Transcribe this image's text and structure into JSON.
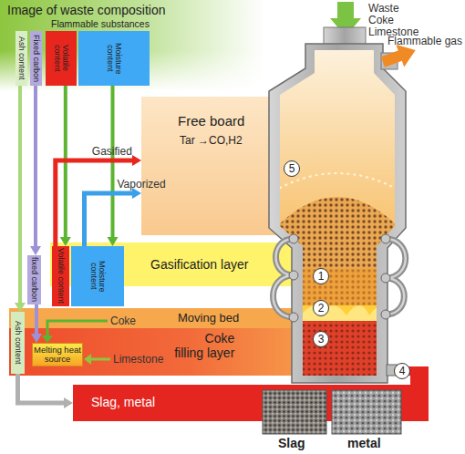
{
  "diagram": {
    "nodes": [
      {
        "text": [
          "Image of waste composition"
        ]
      },
      {
        "text": [
          "Ash content"
        ],
        "in": 0
      },
      {
        "text": [
          "Fixed carbon"
        ],
        "in": 0
      },
      {
        "text": [
          "Volatile content"
        ],
        "in": 0
      },
      {
        "text": [
          "Moisture content"
        ],
        "in": 0
      },
      {
        "text": [
          "Free board",
          "Tar →CO,H2"
        ]
      },
      {
        "text": [
          "Gasification layer"
        ]
      },
      {
        "text": [
          "Volatile content"
        ],
        "in": 6
      },
      {
        "text": [
          "Moisture content"
        ],
        "in": 6
      },
      {
        "text": [
          "fixed carbon"
        ]
      },
      {
        "text": [
          "Moving bed"
        ]
      },
      {
        "text": [
          "Coke filling layer"
        ]
      },
      {
        "text": [
          "Ash content"
        ]
      },
      {
        "text": [
          "Melting heat source"
        ],
        "in": 11
      },
      {
        "text": [
          "Slag, metal"
        ]
      }
    ],
    "edges": [
      {
        "from": 1,
        "to": 12,
        "arrow": "to"
      },
      {
        "from": 2,
        "to": 9,
        "arrow": "to"
      },
      {
        "from": 3,
        "to": 7,
        "arrow": "to"
      },
      {
        "from": 4,
        "to": 8,
        "arrow": "to"
      },
      {
        "from": 7,
        "to": 5,
        "label": "Gasified",
        "arrow": "to"
      },
      {
        "from": 8,
        "to": 5,
        "label": "Vaporized",
        "arrow": "to"
      },
      {
        "from": 9,
        "to": 13,
        "arrow": "to"
      },
      {
        "from": 12,
        "to": 14,
        "arrow": "to"
      }
    ],
    "labels": [
      "Flammable substances",
      "Waste",
      "Coke",
      "Limestone",
      "Flammable gas",
      "5",
      "1",
      "2",
      "3",
      "4",
      "Coke",
      "Limestone",
      "Slag",
      "metal"
    ]
  }
}
